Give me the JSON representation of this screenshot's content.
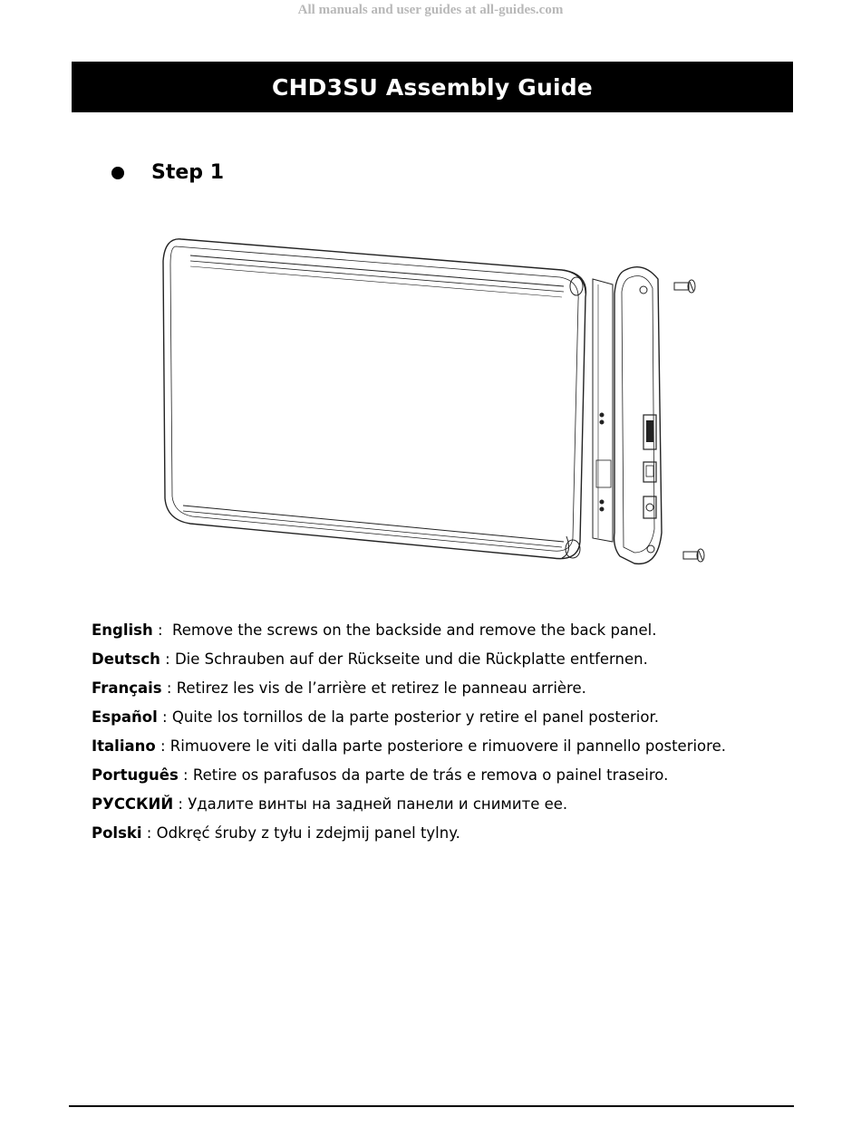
{
  "watermark": "All manuals and user guides at all-guides.com",
  "header": {
    "title": "CHD3SU Assembly Guide"
  },
  "step": {
    "label": "Step 1"
  },
  "illustration": {
    "icon": "enclosure-exploded-diagram-icon"
  },
  "instructions": [
    {
      "language": "English",
      "separator": " :  ",
      "text": "Remove the screws on the backside and remove the back panel."
    },
    {
      "language": "Deutsch",
      "separator": " : ",
      "text": "Die Schrauben auf der Rückseite und die Rückplatte entfernen."
    },
    {
      "language": "Français",
      "separator": " : ",
      "text": "Retirez les vis de l’arrière et retirez le panneau arrière."
    },
    {
      "language": "Español",
      "separator": " : ",
      "text": "Quite los tornillos de la parte posterior y retire el panel posterior."
    },
    {
      "language": "Italiano",
      "separator": " : ",
      "text": "Rimuovere le viti dalla parte posteriore e rimuovere il pannello posteriore."
    },
    {
      "language": "Português",
      "separator": " : ",
      "text": "Retire os parafusos da parte de trás e remova o painel traseiro."
    },
    {
      "language": "РУССКИЙ",
      "separator": " : ",
      "text": "Удалите винты на задней панели и снимите ее."
    },
    {
      "language": "Polski",
      "separator": " : ",
      "text": "Odkręć śruby z tyłu i zdejmij panel tylny."
    }
  ]
}
